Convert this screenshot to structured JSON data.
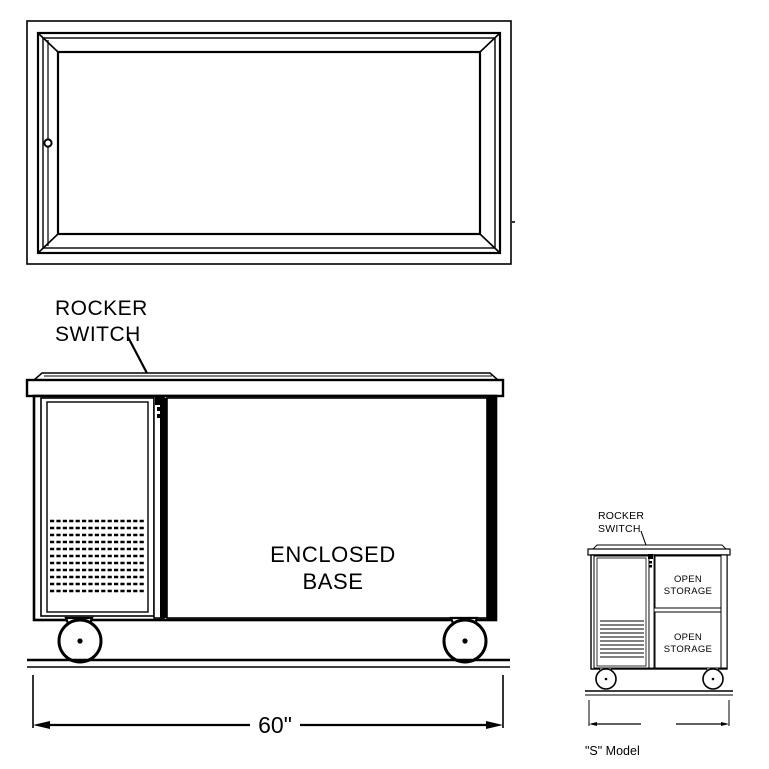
{
  "drawing": {
    "title_labels": {
      "rocker_switch_line1": "ROCKER",
      "rocker_switch_line2": "SWITCH",
      "enclosed_base_line1": "ENCLOSED",
      "enclosed_base_line2": "BASE",
      "open_storage_line1": "OPEN",
      "open_storage_line2": "STORAGE",
      "s_model_caption": "\"S\" Model"
    },
    "dimensions": {
      "width_callout": "60\""
    },
    "views": {
      "top_view": {
        "name": "top-view",
        "description": "plan view of lid / countertop frame"
      },
      "front_view": {
        "name": "front-view",
        "description": "front elevation of enclosed base unit"
      },
      "s_model_view": {
        "name": "s-model-view",
        "description": "front elevation of S model with open storage"
      }
    },
    "colors": {
      "line": "#000000",
      "background": "#ffffff"
    }
  }
}
